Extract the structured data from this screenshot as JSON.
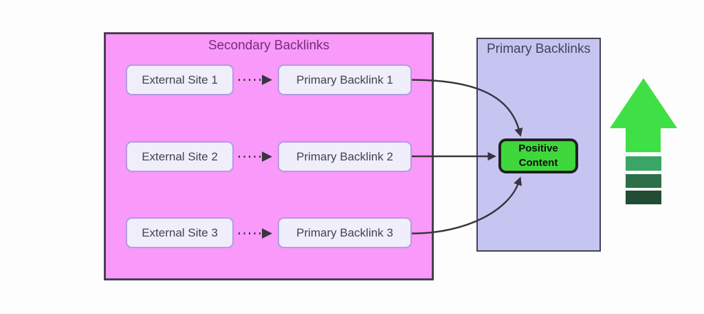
{
  "diagram": {
    "secondary_panel": {
      "title": "Secondary Backlinks",
      "rows": [
        {
          "external": "External Site 1",
          "primary": "Primary Backlink 1"
        },
        {
          "external": "External Site 2",
          "primary": "Primary Backlink 2"
        },
        {
          "external": "External Site 3",
          "primary": "Primary Backlink 3"
        }
      ]
    },
    "primary_panel": {
      "title": "Primary Backlinks",
      "positive_node_label": "Positive Content"
    },
    "connections": [
      {
        "from": "External Site 1",
        "to": "Primary Backlink 1",
        "style": "dotted"
      },
      {
        "from": "External Site 2",
        "to": "Primary Backlink 2",
        "style": "dotted"
      },
      {
        "from": "External Site 3",
        "to": "Primary Backlink 3",
        "style": "dotted"
      },
      {
        "from": "Primary Backlink 1",
        "to": "Positive Content",
        "style": "solid-curve"
      },
      {
        "from": "Primary Backlink 2",
        "to": "Positive Content",
        "style": "solid-straight"
      },
      {
        "from": "Primary Backlink 3",
        "to": "Positive Content",
        "style": "solid-curve"
      }
    ],
    "growth_arrow": {
      "meaning": "upward growth arrow",
      "head_color": "#3fe046",
      "bar_colors": [
        "#3ba566",
        "#2d6f49",
        "#204d33"
      ]
    },
    "palette": {
      "secondary_panel_fill": "#f999f9",
      "secondary_panel_border": "#483f50",
      "secondary_title_color": "#702f73",
      "primary_panel_fill": "#c6c5f2",
      "primary_panel_border": "#3f4154",
      "node_fill": "#efeefa",
      "node_border": "#b49ae5",
      "node_text": "#3f4254",
      "positive_fill": "#3fd73c",
      "positive_border": "#1d231d",
      "connector_color": "#3a3440",
      "background": "#fdfdfd"
    }
  }
}
